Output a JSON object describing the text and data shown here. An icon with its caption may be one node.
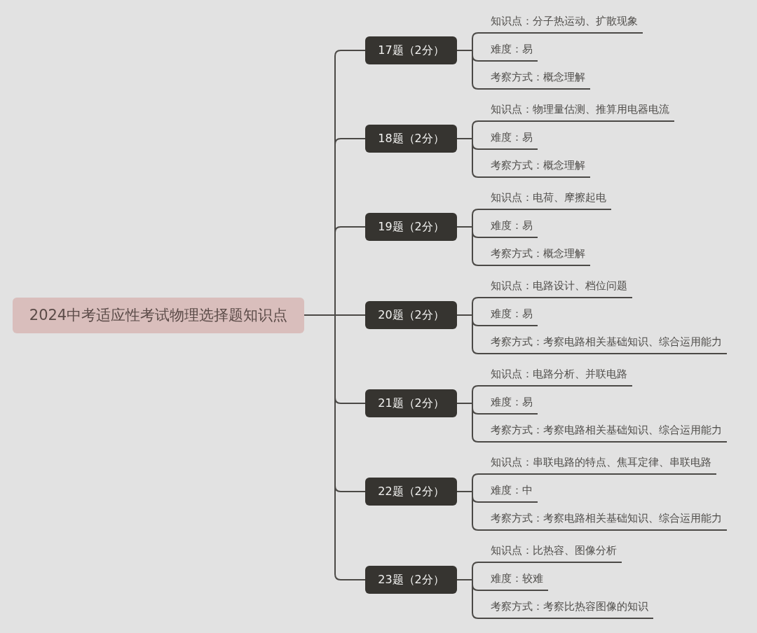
{
  "diagram": {
    "nodes": [
      {
        "text": [
          "2024中考适应性考试物理选择题知识点"
        ]
      },
      {
        "text": [
          "17题（2分）"
        ]
      },
      {
        "text": [
          "知识点：分子热运动、扩散现象"
        ]
      },
      {
        "text": [
          "难度：易"
        ]
      },
      {
        "text": [
          "考察方式：概念理解"
        ]
      },
      {
        "text": [
          "18题（2分）"
        ]
      },
      {
        "text": [
          "知识点：物理量估测、推算用电器电流"
        ]
      },
      {
        "text": [
          "难度：易"
        ]
      },
      {
        "text": [
          "考察方式：概念理解"
        ]
      },
      {
        "text": [
          "19题（2分）"
        ]
      },
      {
        "text": [
          "知识点：电荷、摩擦起电"
        ]
      },
      {
        "text": [
          "难度：易"
        ]
      },
      {
        "text": [
          "考察方式：概念理解"
        ]
      },
      {
        "text": [
          "20题（2分）"
        ]
      },
      {
        "text": [
          "知识点：电路设计、档位问题"
        ]
      },
      {
        "text": [
          "难度：易"
        ]
      },
      {
        "text": [
          "考察方式：考察电路相关基础知识、综合运用能力"
        ]
      },
      {
        "text": [
          "21题（2分）"
        ]
      },
      {
        "text": [
          "知识点：电路分析、并联电路"
        ]
      },
      {
        "text": [
          "难度：易"
        ]
      },
      {
        "text": [
          "考察方式：考察电路相关基础知识、综合运用能力"
        ]
      },
      {
        "text": [
          "22题（2分）"
        ]
      },
      {
        "text": [
          "知识点：串联电路的特点、焦耳定律、串联电路"
        ]
      },
      {
        "text": [
          "难度：中"
        ]
      },
      {
        "text": [
          "考察方式：考察电路相关基础知识、综合运用能力"
        ]
      },
      {
        "text": [
          "23题（2分）"
        ]
      },
      {
        "text": [
          "知识点：比热容、图像分析"
        ]
      },
      {
        "text": [
          "难度：较难"
        ]
      },
      {
        "text": [
          "考察方式：考察比热容图像的知识"
        ]
      }
    ],
    "edges": [
      {
        "from": 0,
        "to": 1,
        "arrow": "none"
      },
      {
        "from": 1,
        "to": 2,
        "arrow": "none"
      },
      {
        "from": 1,
        "to": 3,
        "arrow": "none"
      },
      {
        "from": 1,
        "to": 4,
        "arrow": "none"
      },
      {
        "from": 0,
        "to": 5,
        "arrow": "none"
      },
      {
        "from": 5,
        "to": 6,
        "arrow": "none"
      },
      {
        "from": 5,
        "to": 7,
        "arrow": "none"
      },
      {
        "from": 5,
        "to": 8,
        "arrow": "none"
      },
      {
        "from": 0,
        "to": 9,
        "arrow": "none"
      },
      {
        "from": 9,
        "to": 10,
        "arrow": "none"
      },
      {
        "from": 9,
        "to": 11,
        "arrow": "none"
      },
      {
        "from": 9,
        "to": 12,
        "arrow": "none"
      },
      {
        "from": 0,
        "to": 13,
        "arrow": "none"
      },
      {
        "from": 13,
        "to": 14,
        "arrow": "none"
      },
      {
        "from": 13,
        "to": 15,
        "arrow": "none"
      },
      {
        "from": 13,
        "to": 16,
        "arrow": "none"
      },
      {
        "from": 0,
        "to": 17,
        "arrow": "none"
      },
      {
        "from": 17,
        "to": 18,
        "arrow": "none"
      },
      {
        "from": 17,
        "to": 19,
        "arrow": "none"
      },
      {
        "from": 17,
        "to": 20,
        "arrow": "none"
      },
      {
        "from": 0,
        "to": 21,
        "arrow": "none"
      },
      {
        "from": 21,
        "to": 22,
        "arrow": "none"
      },
      {
        "from": 21,
        "to": 23,
        "arrow": "none"
      },
      {
        "from": 21,
        "to": 24,
        "arrow": "none"
      },
      {
        "from": 0,
        "to": 25,
        "arrow": "none"
      },
      {
        "from": 25,
        "to": 26,
        "arrow": "none"
      },
      {
        "from": 25,
        "to": 27,
        "arrow": "none"
      },
      {
        "from": 25,
        "to": 28,
        "arrow": "none"
      }
    ]
  }
}
